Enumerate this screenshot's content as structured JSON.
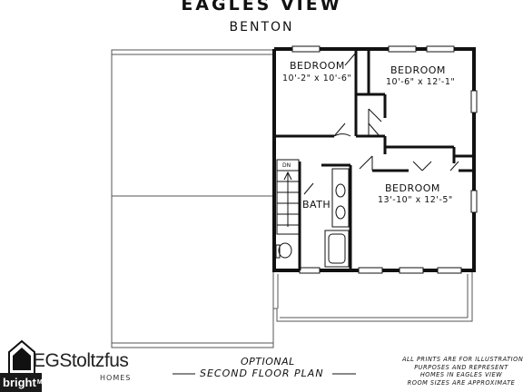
{
  "header": {
    "title": "EAGLES VIEW",
    "subtitle": "BENTON"
  },
  "rooms": [
    {
      "name": "BEDROOM",
      "dims": "10'-2\" x 10'-6\""
    },
    {
      "name": "BEDROOM",
      "dims": "10'-6\" x 12'-1\""
    },
    {
      "name": "BEDROOM",
      "dims": "13'-10\" x 12'-5\""
    },
    {
      "name": "BATH"
    }
  ],
  "stair_label": "DN",
  "footer": {
    "optional": "OPTIONAL",
    "plan_label": "SECOND FLOOR PLAN",
    "brand": "EGStoltzfus",
    "brand_sub": "HOMES",
    "badge": "bright",
    "badge_sub": "MLS",
    "disclaimer": [
      "ALL PRINTS ARE FOR ILLUSTRATION",
      "PURPOSES AND REPRESENT",
      "HOMES IN EAGLES VIEW",
      "ROOM SIZES ARE APPROXIMATE"
    ]
  }
}
